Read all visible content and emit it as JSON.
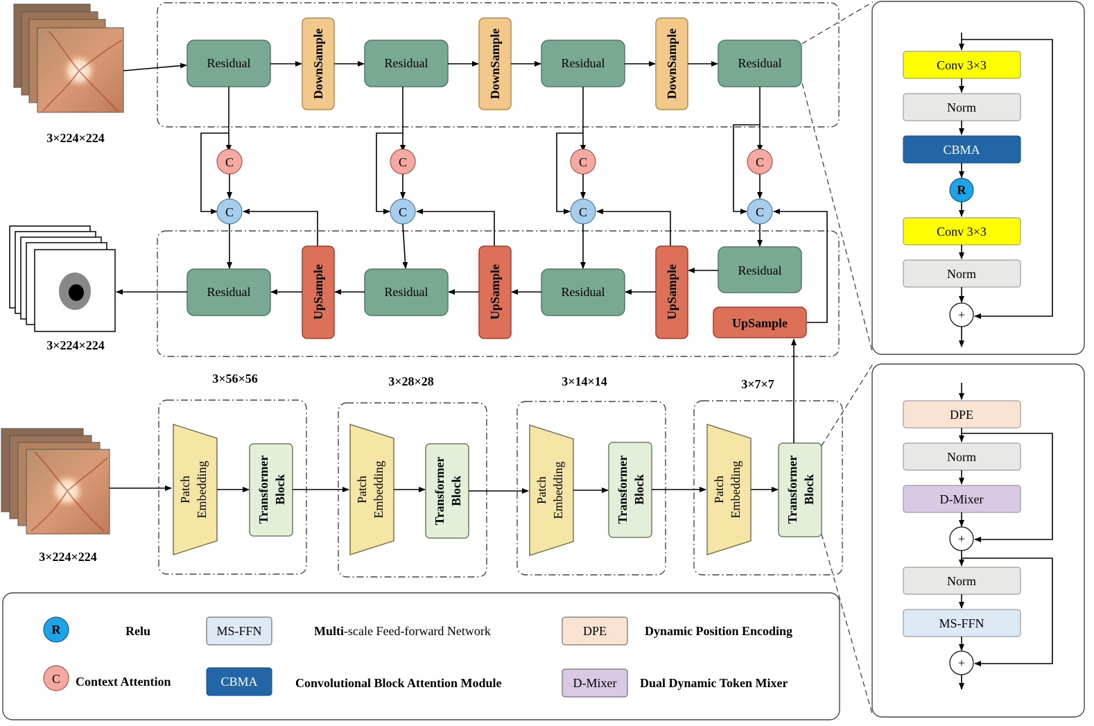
{
  "encoder": {
    "residual_label": "Residual",
    "downsample_label": "DownSample"
  },
  "decoder": {
    "residual_label": "Residual",
    "upsample_label": "UpSample"
  },
  "nodes": {
    "context_attention": "C",
    "concat": "C",
    "relu": "R",
    "add": "+"
  },
  "sizes": {
    "input_top": "3×224×224",
    "output": "3×224×224",
    "input_bottom": "3×224×224",
    "stage1": "3×56×56",
    "stage2": "3×28×28",
    "stage3": "3×14×14",
    "stage4": "3×7×7"
  },
  "transformer": {
    "patch_embedding_line1": "Patch",
    "patch_embedding_line2": "Embedding",
    "block_line1": "Transformer",
    "block_line2": "Block"
  },
  "residual_detail": {
    "conv1": "Conv 3×3",
    "norm1": "Norm",
    "cbma": "CBMA",
    "relu": "R",
    "conv2": "Conv 3×3",
    "norm2": "Norm",
    "add": "+"
  },
  "transformer_detail": {
    "dpe": "DPE",
    "norm1": "Norm",
    "dmixer": "D-Mixer",
    "add1": "+",
    "norm2": "Norm",
    "msffn": "MS-FFN",
    "add2": "+"
  },
  "legend": {
    "relu_symbol": "R",
    "relu_text": "Relu",
    "msffn_box": "MS-FFN",
    "msffn_text_bold": "Multi",
    "msffn_text_rest": "-scale Feed-forward Network",
    "dpe_box": "DPE",
    "dpe_text": "Dynamic Position Encoding",
    "ctx_symbol": "C",
    "ctx_text": "Context Attention",
    "cbma_box": "CBMA",
    "cbma_text": "Convolutional Block Attention Module",
    "dmixer_box": "D-Mixer",
    "dmixer_text": "Dual Dynamic Token Mixer"
  },
  "colors": {
    "residual": "#7aa993",
    "downsample": "#f2c98a",
    "upsample": "#dc7059",
    "context_attention": "#f5a9a3",
    "concat": "#a7cdec",
    "relu": "#1da4e6",
    "conv": "#ffff00",
    "norm": "#e8e8e6",
    "cbma": "#2366a8",
    "dpe": "#fbe3d3",
    "dmixer": "#d9c9e4",
    "msffn": "#dde9f5",
    "patch_embedding": "#f5e6a6",
    "transformer_block": "#e3efd9"
  }
}
